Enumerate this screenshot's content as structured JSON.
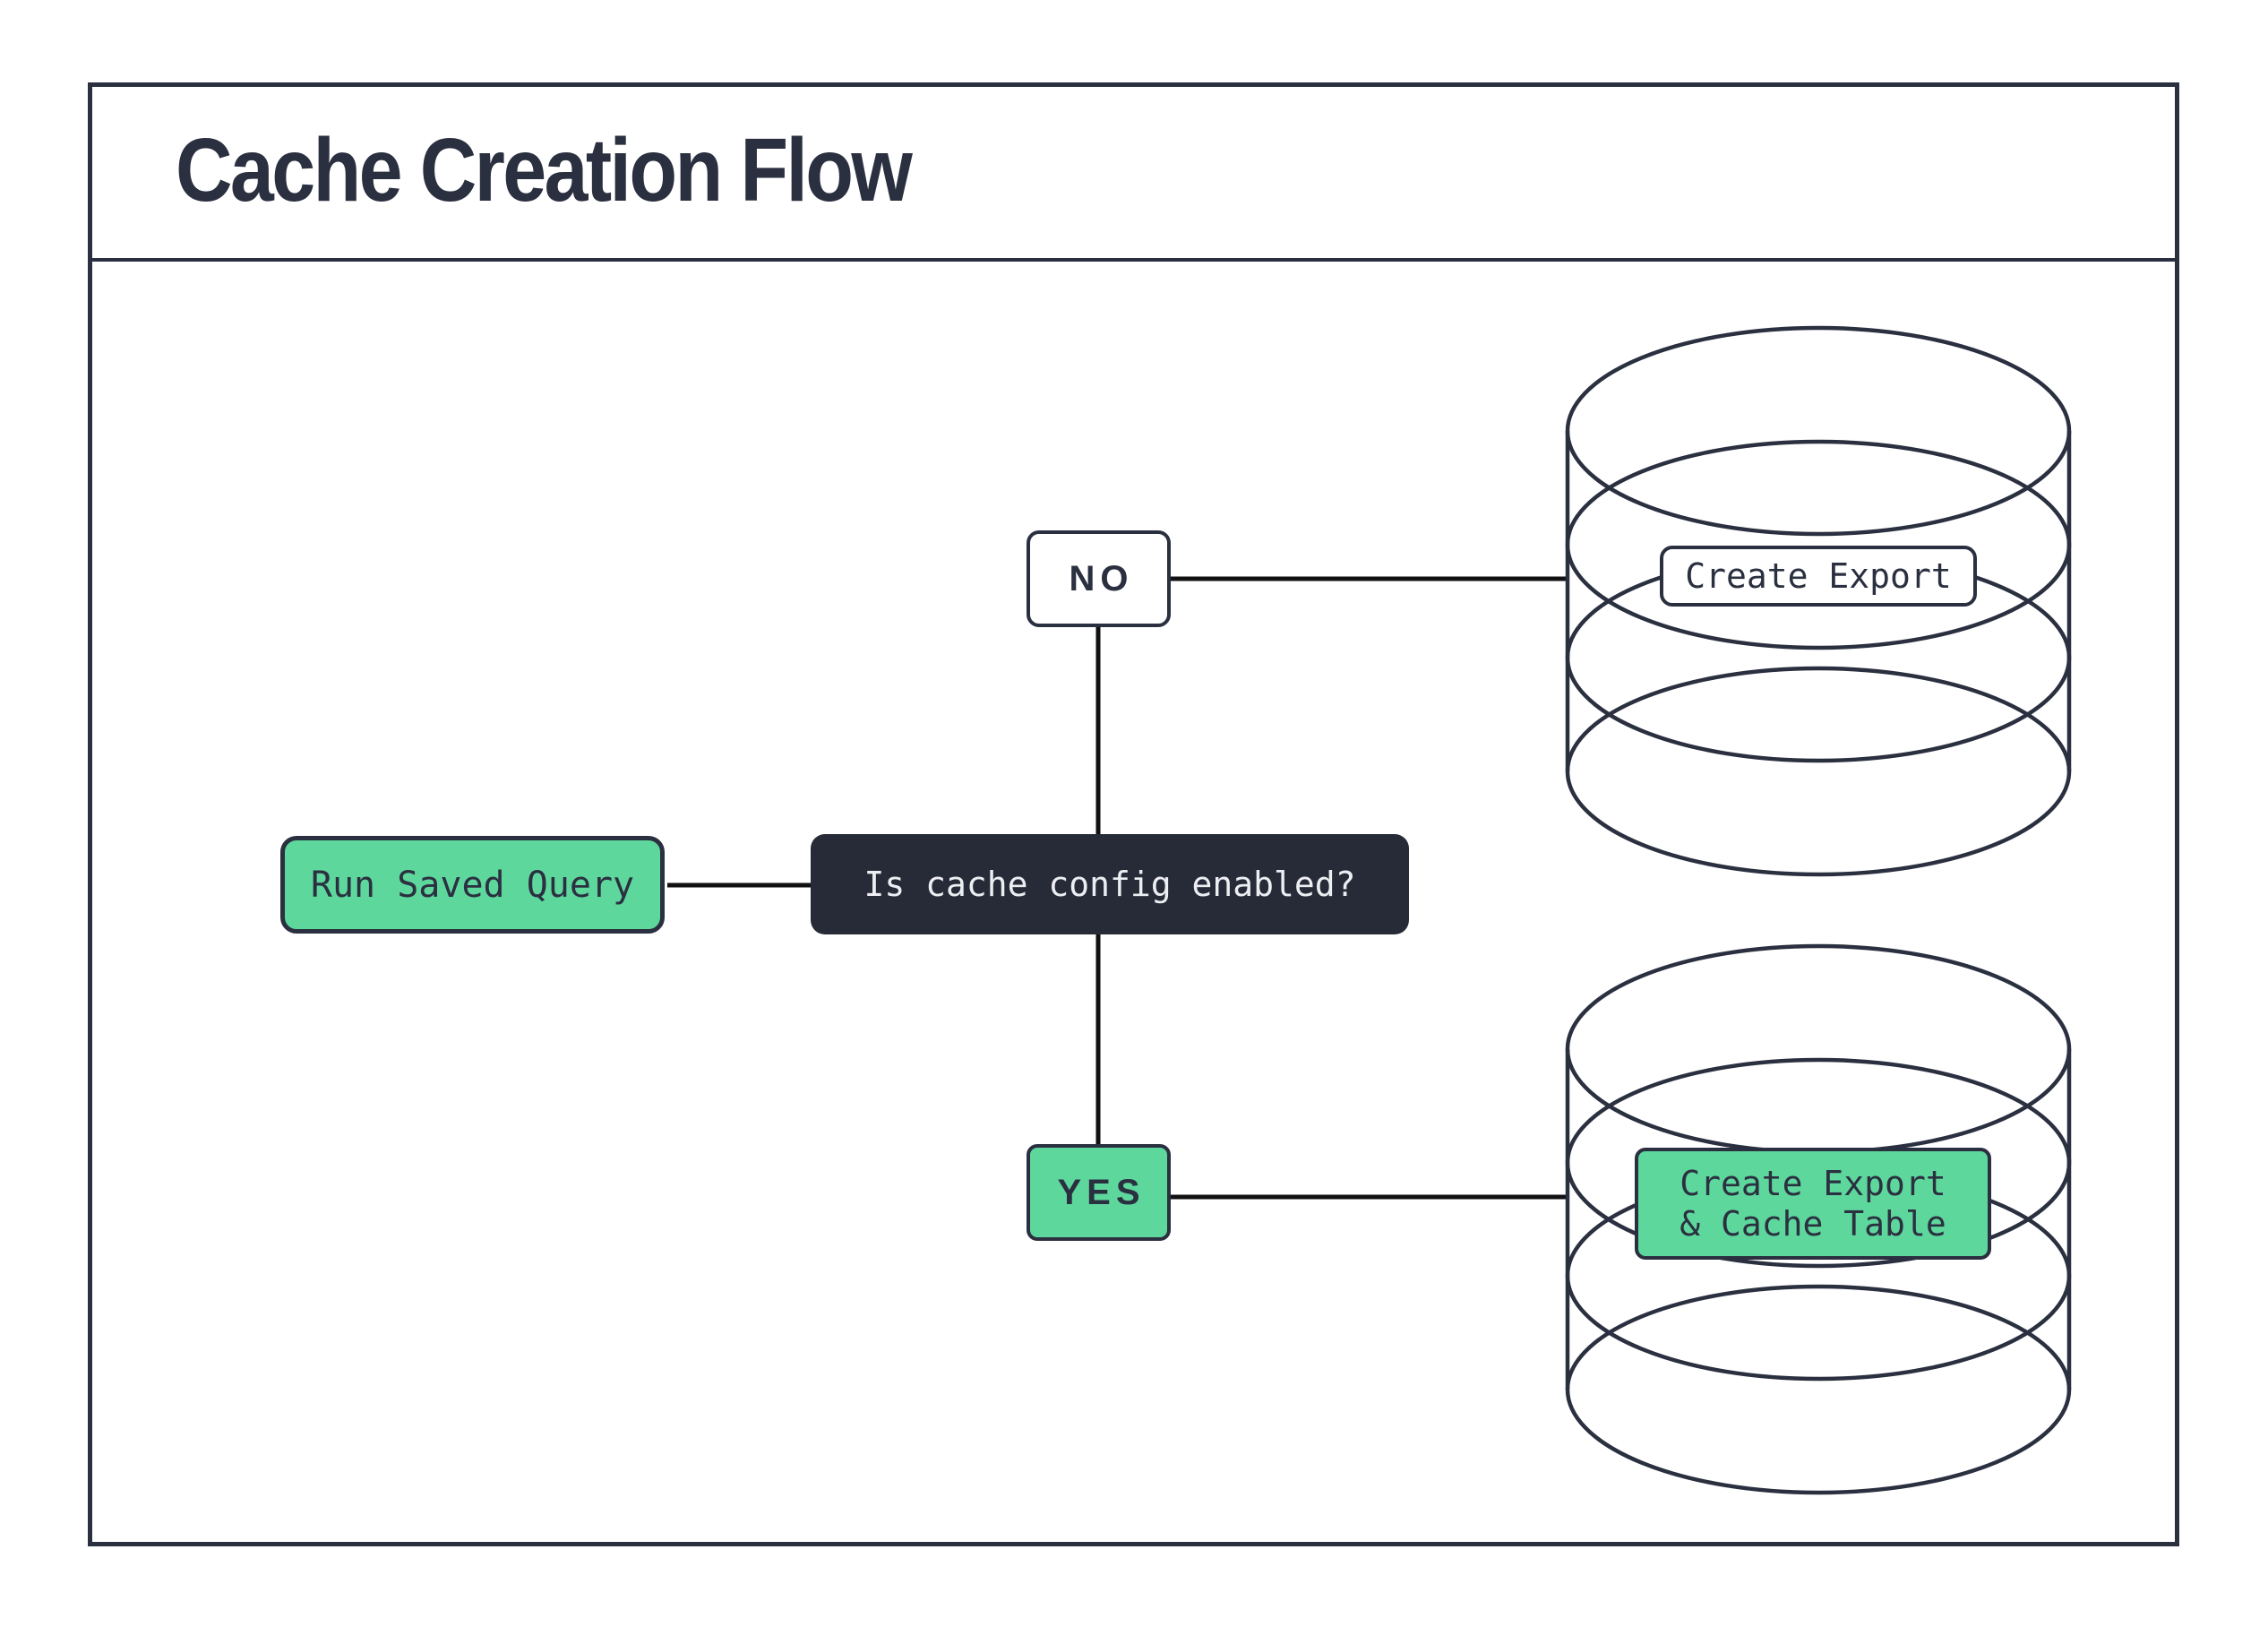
{
  "title": "Cache Creation Flow",
  "colors": {
    "ink": "#2b3040",
    "dark_node_fill": "#272b38",
    "green_node_fill": "#5ed79d",
    "light_text": "#eceef2",
    "connector": "#111111",
    "background": "#ffffff"
  },
  "nodes": {
    "run_saved_query": {
      "label": "Run Saved Query"
    },
    "decision": {
      "label": "Is cache config enabled?"
    },
    "branch_no": {
      "label": "NO"
    },
    "branch_yes": {
      "label": "YES"
    },
    "export_label": {
      "label": "Create Export"
    },
    "export_cache_label": {
      "line1": "Create Export",
      "line2": "& Cache Table"
    }
  }
}
